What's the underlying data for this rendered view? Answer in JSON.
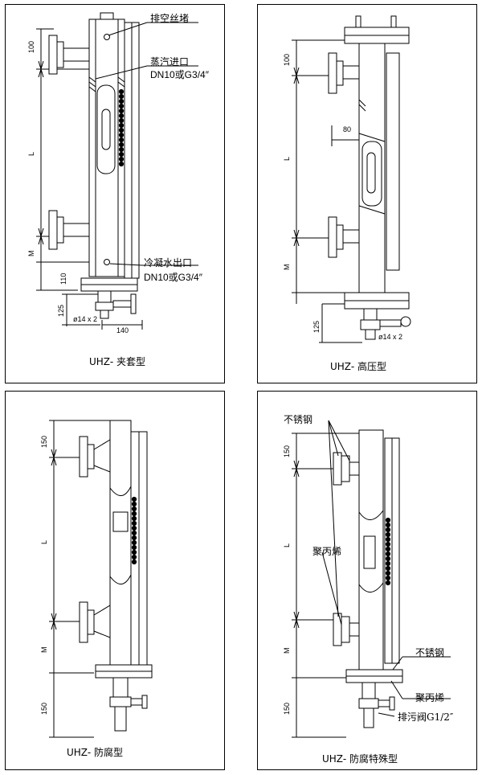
{
  "panels": {
    "clamp": {
      "caption": "UHZ- 夹套型",
      "labels": {
        "vent_plug": "排空丝堵",
        "steam_inlet": "蒸汽进口",
        "steam_inlet_spec": "DN10或G3/4″",
        "condensate_outlet": "冷凝水出口",
        "condensate_outlet_spec": "DN10或G3/4″"
      },
      "dims": {
        "d100": "100",
        "L": "L",
        "M": "M",
        "d110": "110",
        "d125": "125",
        "bolt": "ø14 x 2",
        "d140": "140"
      }
    },
    "high_pressure": {
      "caption": "UHZ- 高压型",
      "dims": {
        "d100": "100",
        "d80": "80",
        "L": "L",
        "M": "M",
        "d125": "125",
        "bolt": "ø14 x 2"
      }
    },
    "anticorrosion": {
      "caption": "UHZ- 防腐型",
      "dims": {
        "d150_top": "150",
        "L": "L",
        "M": "M",
        "d150_bottom": "150"
      }
    },
    "anticorrosion_special": {
      "caption": "UHZ- 防腐特殊型",
      "labels": {
        "stainless_top": "不锈钢",
        "polypropylene_mid": "聚丙烯",
        "stainless_bottom": "不锈钢",
        "polypropylene_bottom": "聚丙烯",
        "drain_valve": "排污阀G1/2″"
      },
      "dims": {
        "d150_top": "150",
        "L": "L",
        "M": "M",
        "d150_bottom": "150"
      }
    }
  }
}
